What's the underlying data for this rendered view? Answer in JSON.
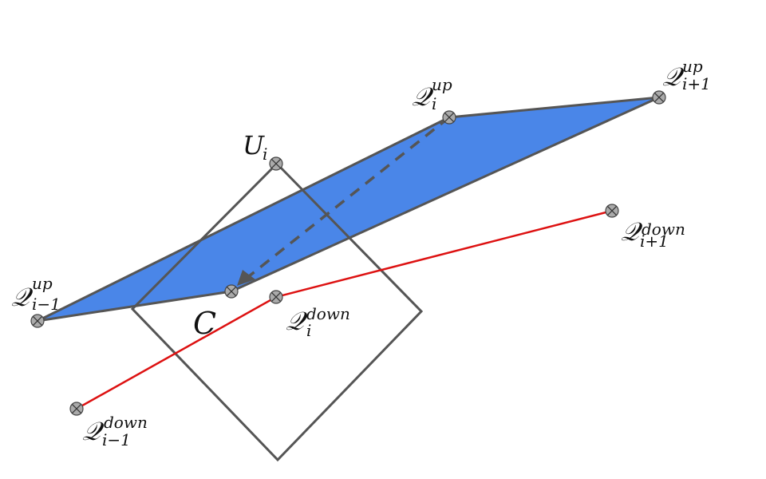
{
  "colors": {
    "region_fill": "#4a86e8",
    "edge_stroke": "#555555",
    "square_stroke": "#555555",
    "down_path": "#dd1111",
    "point_fill": "#aaaaaa",
    "dashed": "#555555"
  },
  "labels": {
    "q_up_im1": {
      "main": "𝒬",
      "sup": "up",
      "sub": "i−1"
    },
    "q_up_i": {
      "main": "𝒬",
      "sup": "up",
      "sub": "i"
    },
    "q_up_ip1": {
      "main": "𝒬",
      "sup": "up",
      "sub": "i+1"
    },
    "q_down_im1": {
      "main": "𝒬",
      "sup": "down",
      "sub": "i−1"
    },
    "q_down_i": {
      "main": "𝒬",
      "sup": "down",
      "sub": "i"
    },
    "q_down_ip1": {
      "main": "𝒬",
      "sup": "down",
      "sub": "i+1"
    },
    "u_i": {
      "main": "U",
      "sub": "i"
    },
    "c": {
      "main": "C"
    }
  },
  "icons": {
    "point_marker": "circle-cross-icon",
    "arrow_head": "triangle-arrowhead-icon"
  }
}
